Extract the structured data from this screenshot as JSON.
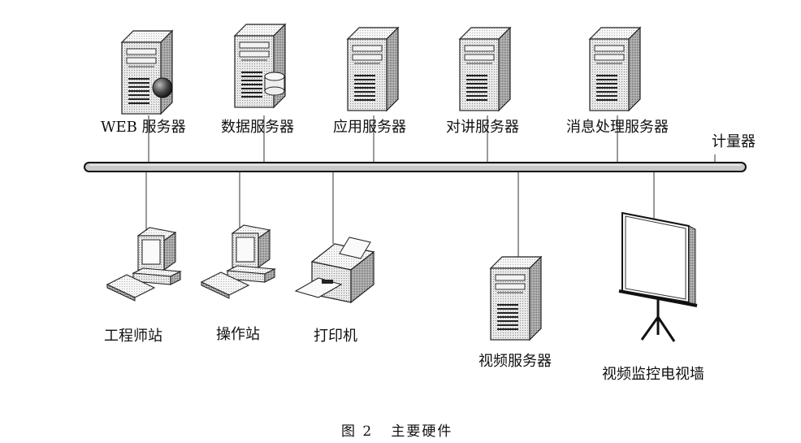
{
  "diagram": {
    "network_label": "计量器",
    "servers_top": [
      {
        "label": "WEB 服务器",
        "icon": "web-server-icon"
      },
      {
        "label": "数据服务器",
        "icon": "database-server-icon"
      },
      {
        "label": "应用服务器",
        "icon": "server-icon"
      },
      {
        "label": "对讲服务器",
        "icon": "server-icon"
      },
      {
        "label": "消息处理服务器",
        "icon": "server-icon"
      }
    ],
    "devices_bottom": [
      {
        "label": "工程师站",
        "icon": "workstation-icon"
      },
      {
        "label": "操作站",
        "icon": "workstation-icon"
      },
      {
        "label": "打印机",
        "icon": "printer-icon"
      },
      {
        "label": "视频服务器",
        "icon": "server-icon"
      },
      {
        "label": "视频监控电视墙",
        "icon": "projection-screen-icon"
      }
    ],
    "caption": "图 2   主要硬件"
  }
}
